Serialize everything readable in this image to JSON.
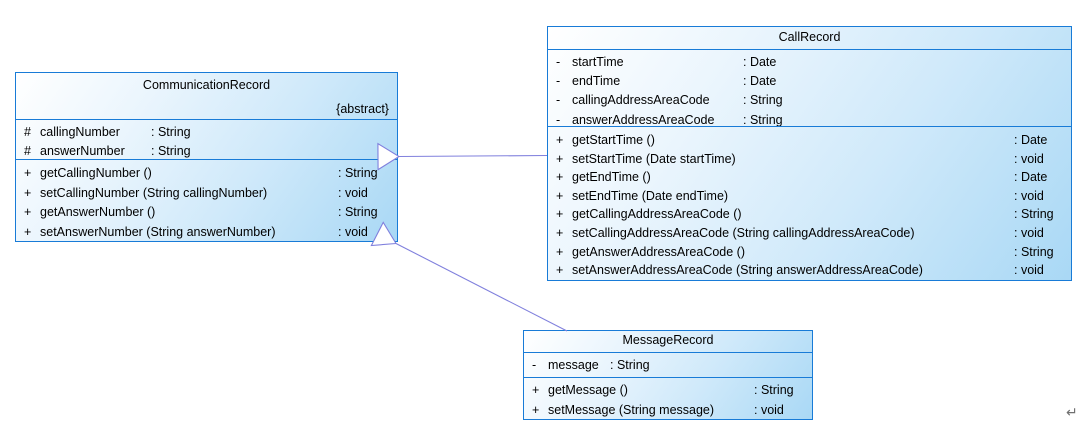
{
  "diagram": {
    "classes": [
      {
        "name": "CommunicationRecord",
        "stereotype": "{abstract}",
        "attributes": [
          {
            "v": "#",
            "name": "callingNumber",
            "type": ": String"
          },
          {
            "v": "#",
            "name": "answerNumber",
            "type": ": String"
          }
        ],
        "methods": [
          {
            "v": "+",
            "name": "getCallingNumber ()",
            "type": ": String"
          },
          {
            "v": "+",
            "name": "setCallingNumber (String callingNumber)",
            "type": ": void"
          },
          {
            "v": "+",
            "name": "getAnswerNumber ()",
            "type": ": String"
          },
          {
            "v": "+",
            "name": "setAnswerNumber (String answerNumber)",
            "type": ": void"
          }
        ]
      },
      {
        "name": "CallRecord",
        "stereotype": "",
        "attributes": [
          {
            "v": "-",
            "name": "startTime",
            "type": ": Date"
          },
          {
            "v": "-",
            "name": "endTime",
            "type": ": Date"
          },
          {
            "v": "-",
            "name": "callingAddressAreaCode",
            "type": ": String"
          },
          {
            "v": "-",
            "name": "answerAddressAreaCode",
            "type": ": String"
          }
        ],
        "methods": [
          {
            "v": "+",
            "name": "getStartTime ()",
            "type": ": Date"
          },
          {
            "v": "+",
            "name": "setStartTime (Date startTime)",
            "type": ": void"
          },
          {
            "v": "+",
            "name": "getEndTime ()",
            "type": ": Date"
          },
          {
            "v": "+",
            "name": "setEndTime (Date endTime)",
            "type": ": void"
          },
          {
            "v": "+",
            "name": "getCallingAddressAreaCode ()",
            "type": ": String"
          },
          {
            "v": "+",
            "name": "setCallingAddressAreaCode (String callingAddressAreaCode)",
            "type": ": void"
          },
          {
            "v": "+",
            "name": "getAnswerAddressAreaCode ()",
            "type": ": String"
          },
          {
            "v": "+",
            "name": "setAnswerAddressAreaCode (String answerAddressAreaCode)",
            "type": ": void"
          }
        ]
      },
      {
        "name": "MessageRecord",
        "stereotype": "",
        "attributes": [
          {
            "v": "-",
            "name": "message",
            "type": ": String"
          }
        ],
        "methods": [
          {
            "v": "+",
            "name": "getMessage ()",
            "type": ": String"
          },
          {
            "v": "+",
            "name": "setMessage (String message)",
            "type": ": void"
          }
        ]
      }
    ],
    "relations": [
      {
        "from": "CallRecord",
        "to": "CommunicationRecord",
        "type": "generalization"
      },
      {
        "from": "MessageRecord",
        "to": "CommunicationRecord",
        "type": "generalization"
      }
    ],
    "colors": {
      "box_border": "#187bd7",
      "box_fill_top": "#ffffff",
      "box_fill_bottom": "#a9d8f5",
      "edge": "#8080dd",
      "text": "#000000"
    },
    "decoration": {
      "return_mark": "↵"
    }
  }
}
